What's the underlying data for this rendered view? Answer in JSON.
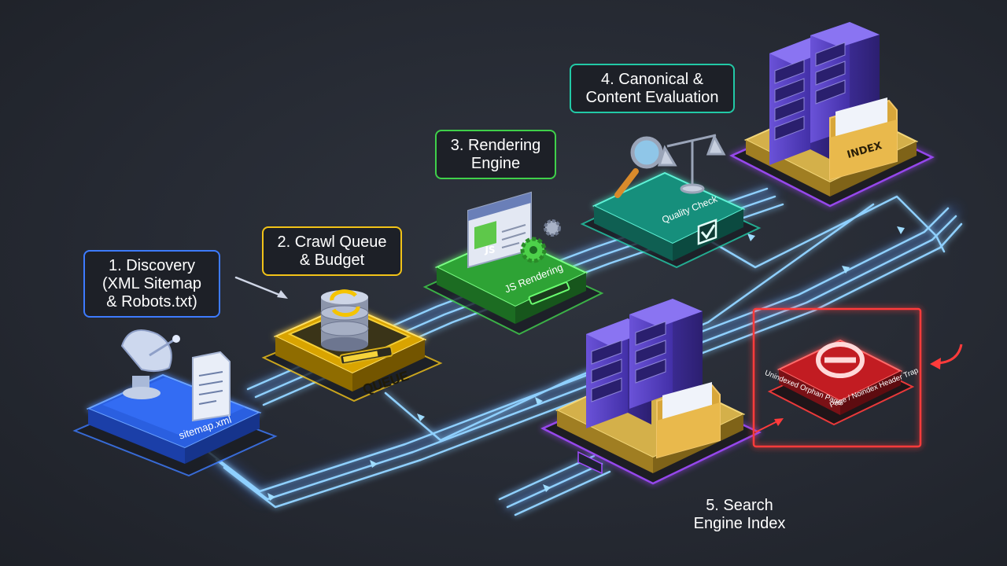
{
  "stages": [
    {
      "id": "discovery",
      "lines": [
        "1. Discovery",
        "(XML Sitemap",
        "& Robots.txt)"
      ],
      "tag": "sitemap.xml",
      "color": "#3d7bff"
    },
    {
      "id": "queue",
      "lines": [
        "2. Crawl Queue",
        "& Budget"
      ],
      "tag": "QUEUE",
      "color": "#f2c318"
    },
    {
      "id": "render",
      "lines": [
        "3. Rendering",
        "Engine"
      ],
      "tag": "JS Rendering",
      "icon_text": "JS",
      "color": "#3fd04a"
    },
    {
      "id": "canonical",
      "lines": [
        "4. Canonical &",
        "Content Evaluation"
      ],
      "tag": "Quality Check",
      "color": "#22c9a6"
    },
    {
      "id": "index",
      "lines": [
        "5. Search",
        "Engine Index"
      ],
      "color": "#a24cff"
    }
  ],
  "index_folder_label": "INDEX",
  "trap": {
    "left": "Unindexed Orphan Page",
    "right": "Page / Noindex Header Trap",
    "color": "#ff3b3b"
  },
  "icons": [
    "satellite-dish-icon",
    "document-icon",
    "database-icon",
    "refresh-icon",
    "browser-window-icon",
    "gear-icon",
    "magnifier-icon",
    "scales-icon",
    "checkbox-icon",
    "server-icon",
    "folder-icon",
    "block-icon",
    "arrow-icon"
  ]
}
